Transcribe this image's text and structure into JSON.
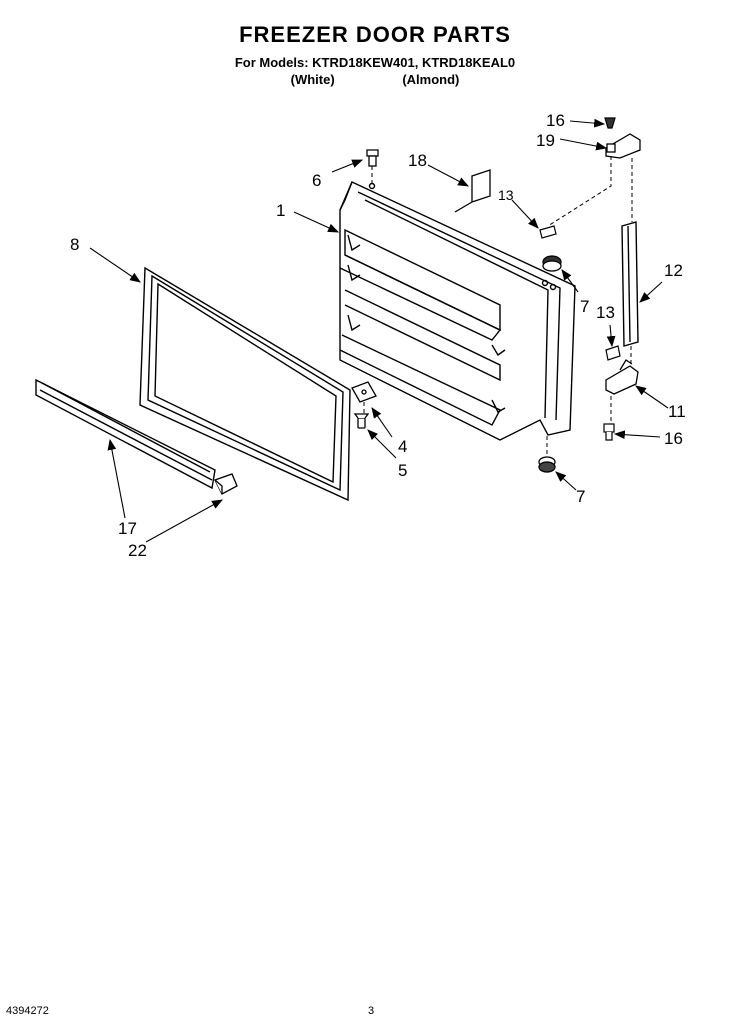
{
  "header": {
    "title": "FREEZER DOOR PARTS",
    "models": "For Models: KTRD18KEW401, KTRD18KEAL0",
    "color_white": "(White)",
    "color_almond": "(Almond)"
  },
  "callouts": {
    "c1": "1",
    "c4": "4",
    "c5": "5",
    "c6": "6",
    "c7a": "7",
    "c7b": "7",
    "c8": "8",
    "c11": "11",
    "c12": "12",
    "c13a": "13",
    "c13b": "13",
    "c16a": "16",
    "c16b": "16",
    "c17": "17",
    "c18": "18",
    "c19": "19",
    "c22": "22"
  },
  "footer": {
    "doc_number": "4394272",
    "page": "3"
  }
}
